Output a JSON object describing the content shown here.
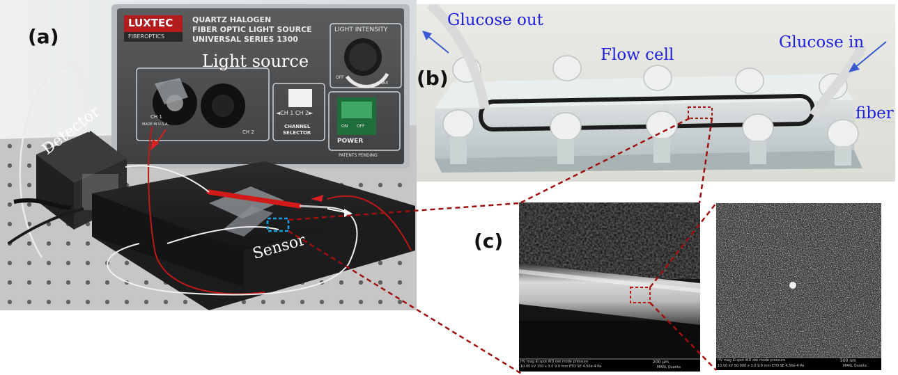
{
  "panel_labels": {
    "a": "(a)",
    "b": "(b)",
    "c": "(c)"
  },
  "photo_a": {
    "brand": "LUXTEC",
    "brand_sub": "FIBEROPTICS",
    "device_line1": "QUARTZ HALOGEN",
    "device_line2": "FIBER OPTIC LIGHT SOURCE",
    "device_line3": "UNIVERSAL SERIES 1300",
    "intensity_label": "LIGHT INTENSITY",
    "off_label": "OFF",
    "max_label": "MAX",
    "ch1_label": "CH 1",
    "ch2_label": "CH 2",
    "switch_label": "◄CH 1   CH 2►",
    "channel_selector_line1": "CHANNEL",
    "channel_selector_line2": "SELECTOR",
    "power_label": "POWER",
    "patents_label": "PATENTS PENDING",
    "made_label": "MADE IN U.S.A.",
    "on_label": "ON",
    "power_off_label": "OFF",
    "light_source_annotation": "Light source",
    "detector_annotation": "Detector",
    "sensor_annotation": "Sensor"
  },
  "photo_b": {
    "glucose_out": "Glucose out",
    "flow_cell": "Flow cell",
    "glucose_in": "Glucose in",
    "fiber": "fiber"
  },
  "sem_left": {
    "info": "HV    mag ⊞  spot   WD   det  mode  pressure",
    "info2": "10.00 kV  150 x   3.0   9.9 mm  ETD  SE   4.50e-4 Pa",
    "scale": "200 μm",
    "lab": "MARL Quanta"
  },
  "sem_right": {
    "info": "HV    mag ⊞  spot   WD   det  mode  pressure",
    "info2": "10.00 kV  50 000 x  3.0   9.9 mm  ETD  SE   4.50e-4 Pa",
    "scale": "500 nm",
    "lab": "MARL Quanta"
  },
  "colors": {
    "annotation_blue": "#1f1fe0",
    "dashed_red": "#a01010",
    "sensor_box": "#1aa0e0"
  }
}
